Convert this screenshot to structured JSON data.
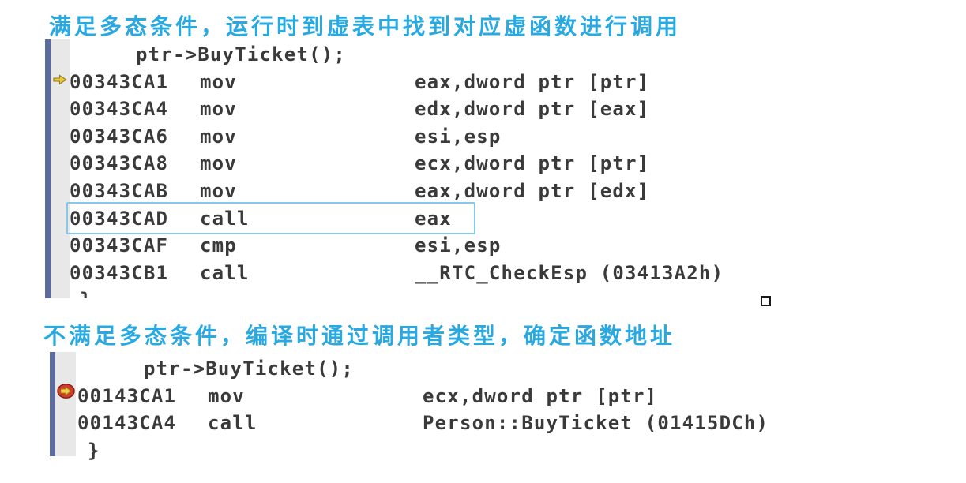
{
  "colors": {
    "heading_blue": "#29A9E1",
    "code_text": "#3A3A3A",
    "gutter_bar": "#5B6B9D",
    "gutter_strip": "#E8E8E8",
    "highlight_border": "#85C8EC",
    "breakpoint_arrow_yellow": "#EFC63D",
    "breakpoint_circle_red": "#CD3E2E"
  },
  "section1": {
    "heading": "满足多态条件，运行时到虚表中找到对应虚函数进行调用",
    "source_line": "ptr->BuyTicket();",
    "asm": [
      {
        "addr": "00343CA1",
        "mnemonic": "mov",
        "operands": "eax,dword ptr [ptr]"
      },
      {
        "addr": "00343CA4",
        "mnemonic": "mov",
        "operands": "edx,dword ptr [eax]"
      },
      {
        "addr": "00343CA6",
        "mnemonic": "mov",
        "operands": "esi,esp"
      },
      {
        "addr": "00343CA8",
        "mnemonic": "mov",
        "operands": "ecx,dword ptr [ptr]"
      },
      {
        "addr": "00343CAB",
        "mnemonic": "mov",
        "operands": "eax,dword ptr [edx]"
      },
      {
        "addr": "00343CAD",
        "mnemonic": "call",
        "operands": "eax"
      },
      {
        "addr": "00343CAF",
        "mnemonic": "cmp",
        "operands": "esi,esp"
      },
      {
        "addr": "00343CB1",
        "mnemonic": "call",
        "operands": "__RTC_CheckEsp (03413A2h)"
      }
    ],
    "closing_brace": "}"
  },
  "section2": {
    "heading": "不满足多态条件，编译时通过调用者类型，确定函数地址",
    "source_line": "ptr->BuyTicket();",
    "asm": [
      {
        "addr": "00143CA1",
        "mnemonic": "mov",
        "operands": "ecx,dword ptr [ptr]"
      },
      {
        "addr": "00143CA4",
        "mnemonic": "call",
        "operands": "Person::BuyTicket (01415DCh)"
      }
    ],
    "closing_brace": "}"
  }
}
